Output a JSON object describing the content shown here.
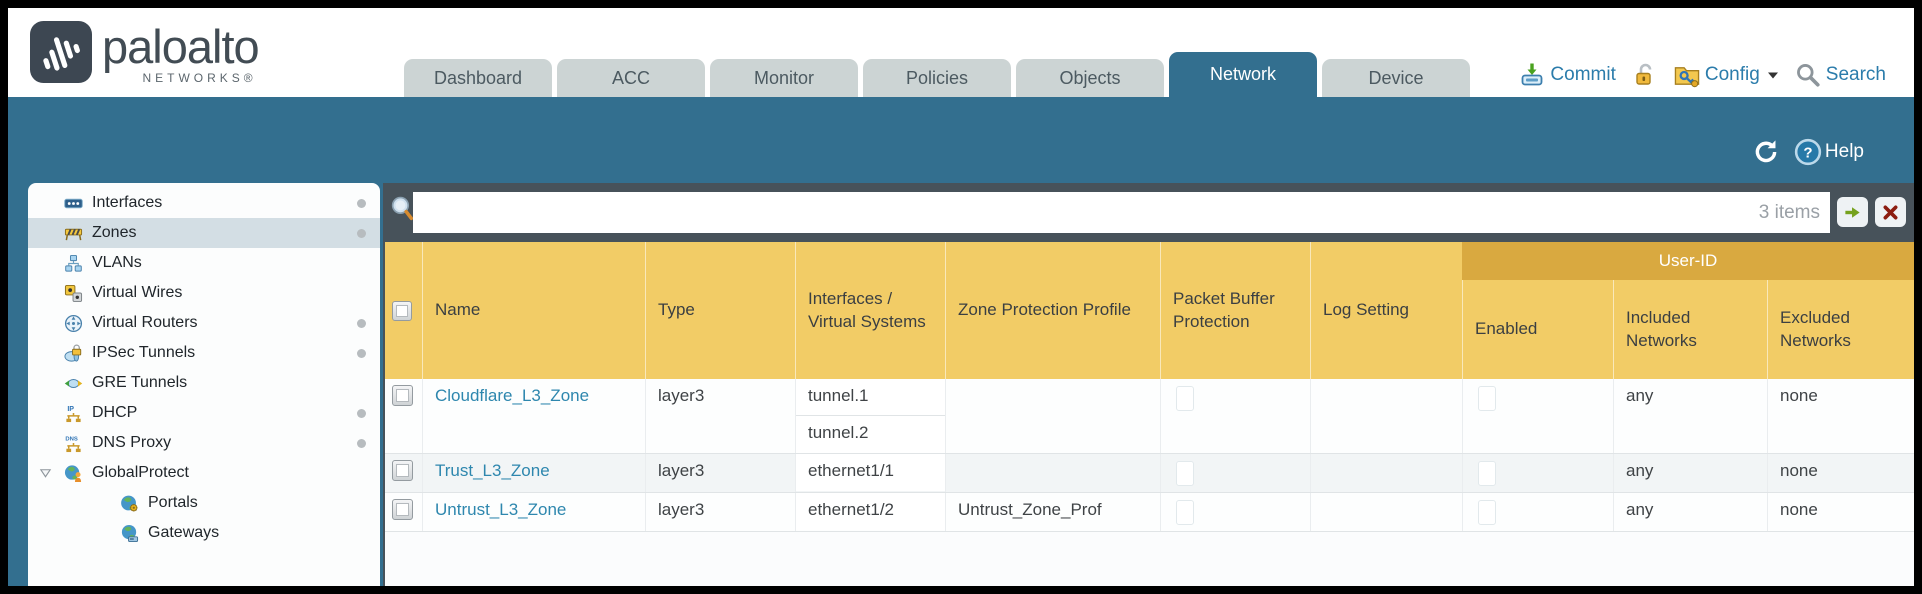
{
  "colors": {
    "accent": "#336f8f",
    "table_header": "#f2cc66",
    "group_band": "#d9a940",
    "link": "#2e87ae",
    "panel_dark": "#47525a",
    "selected_item": "#d3dee4"
  },
  "header": {
    "logo": {
      "brand": "paloalto",
      "sub": "NETWORKS®"
    },
    "tabs": [
      {
        "label": "Dashboard",
        "active": false
      },
      {
        "label": "ACC",
        "active": false
      },
      {
        "label": "Monitor",
        "active": false
      },
      {
        "label": "Policies",
        "active": false
      },
      {
        "label": "Objects",
        "active": false
      },
      {
        "label": "Network",
        "active": true
      },
      {
        "label": "Device",
        "active": false
      }
    ],
    "utilities": {
      "commit_label": "Commit",
      "config_label": "Config",
      "search_label": "Search"
    }
  },
  "toolbar": {
    "help_label": "Help"
  },
  "sidebar": {
    "items": [
      {
        "icon": "interfaces-icon",
        "label": "Interfaces",
        "dot": true
      },
      {
        "icon": "zones-icon",
        "label": "Zones",
        "dot": true,
        "selected": true
      },
      {
        "icon": "vlans-icon",
        "label": "VLANs"
      },
      {
        "icon": "virtual-wires-icon",
        "label": "Virtual Wires"
      },
      {
        "icon": "virtual-routers-icon",
        "label": "Virtual Routers",
        "dot": true
      },
      {
        "icon": "ipsec-tunnels-icon",
        "label": "IPSec Tunnels",
        "dot": true
      },
      {
        "icon": "gre-tunnels-icon",
        "label": "GRE Tunnels"
      },
      {
        "icon": "dhcp-icon",
        "label": "DHCP",
        "dot": true
      },
      {
        "icon": "dns-proxy-icon",
        "label": "DNS Proxy",
        "dot": true
      },
      {
        "icon": "globalprotect-icon",
        "label": "GlobalProtect",
        "caret": true
      },
      {
        "icon": "portals-icon",
        "label": "Portals",
        "indent": true
      },
      {
        "icon": "gateways-icon",
        "label": "Gateways",
        "indent": true
      }
    ]
  },
  "search": {
    "value": "",
    "count_label": "3 items"
  },
  "table": {
    "group_header": "User-ID",
    "columns": [
      "",
      "Name",
      "Type",
      "Interfaces / Virtual Systems",
      "Zone Protection Profile",
      "Packet Buffer Protection",
      "Log Setting",
      "Enabled",
      "Included Networks",
      "Excluded Networks"
    ],
    "rows": [
      {
        "name": "Cloudflare_L3_Zone",
        "type": "layer3",
        "interfaces": [
          "tunnel.1",
          "tunnel.2"
        ],
        "zone_protection_profile": "",
        "log_setting": "",
        "included_networks": "any",
        "excluded_networks": "none"
      },
      {
        "name": "Trust_L3_Zone",
        "type": "layer3",
        "interfaces": [
          "ethernet1/1"
        ],
        "zone_protection_profile": "",
        "log_setting": "",
        "included_networks": "any",
        "excluded_networks": "none"
      },
      {
        "name": "Untrust_L3_Zone",
        "type": "layer3",
        "interfaces": [
          "ethernet1/2"
        ],
        "zone_protection_profile": "Untrust_Zone_Prof",
        "log_setting": "",
        "included_networks": "any",
        "excluded_networks": "none"
      }
    ]
  }
}
